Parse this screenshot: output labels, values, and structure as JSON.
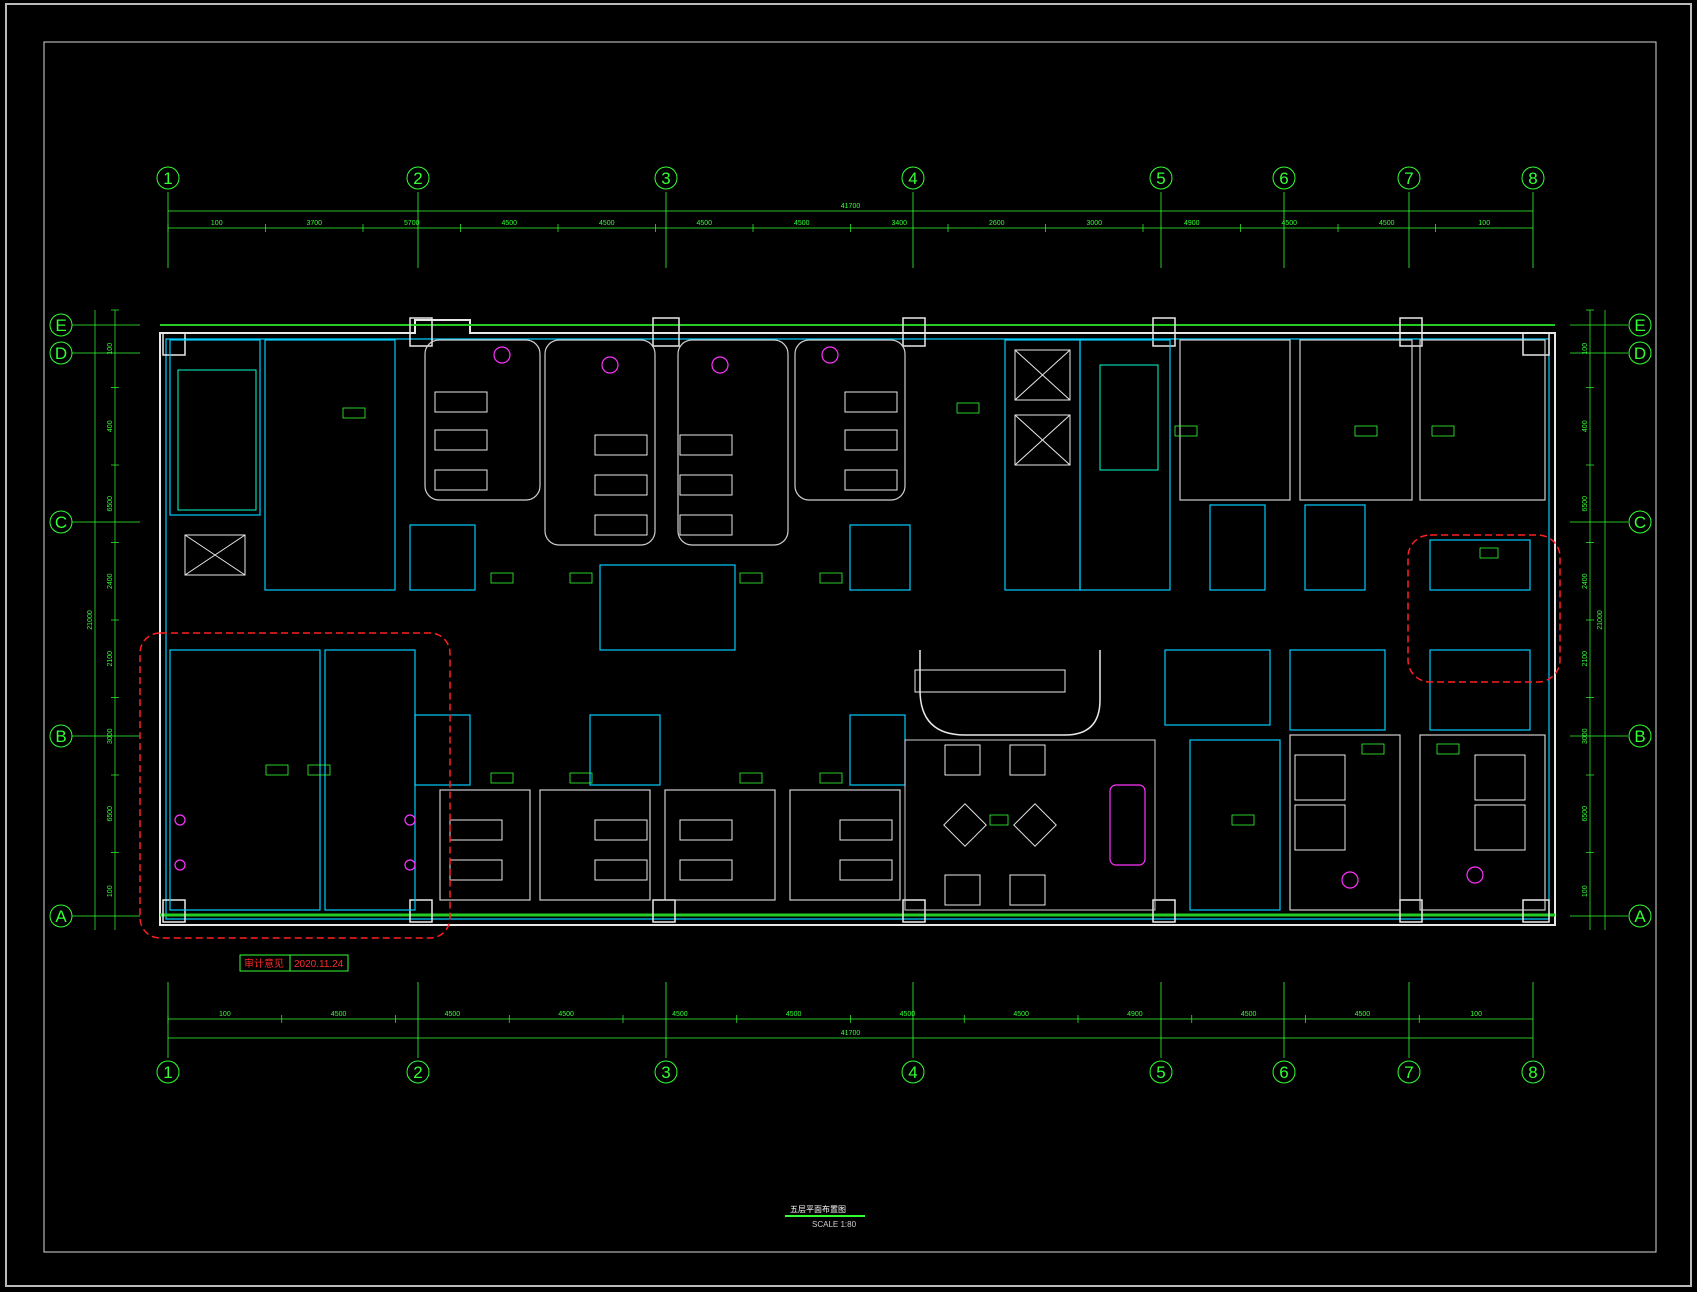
{
  "drawing": {
    "grid_columns": [
      "1",
      "2",
      "3",
      "4",
      "5",
      "6",
      "7",
      "8"
    ],
    "grid_rows": [
      "E",
      "D",
      "C",
      "B",
      "A"
    ],
    "top_dimensions": {
      "total": "41700",
      "segments": [
        "100",
        "3700",
        "5700",
        "4500",
        "4500",
        "4500",
        "4500",
        "3400",
        "2600",
        "3000",
        "4900",
        "4500",
        "4500",
        "100"
      ]
    },
    "bottom_dimensions": {
      "total": "41700",
      "segments": [
        "100",
        "4500",
        "4500",
        "4500",
        "4500",
        "4500",
        "4500",
        "4500",
        "4900",
        "4500",
        "4500",
        "100"
      ]
    },
    "left_dimensions": [
      "100",
      "400",
      "6500",
      "2400",
      "2100",
      "3000",
      "6500",
      "100"
    ],
    "left_total": "21000",
    "right_dimensions": [
      "100",
      "400",
      "6500",
      "2400",
      "2100",
      "3000",
      "6500",
      "100"
    ],
    "right_total": "21000",
    "revision": {
      "label": "审计意见",
      "date": "2020.11.24"
    },
    "title": "五层平面布置图",
    "scale": "SCALE 1:80"
  }
}
